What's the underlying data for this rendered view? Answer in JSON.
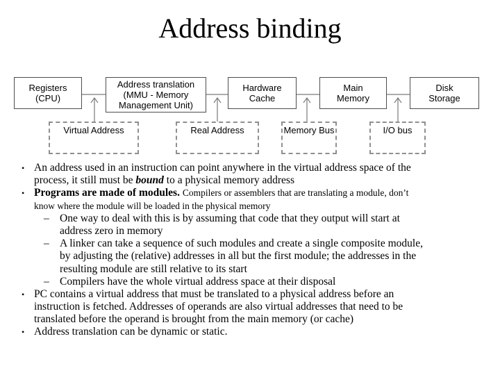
{
  "slide": {
    "title": "Address binding"
  },
  "diagram": {
    "boxes": [
      {
        "id": "registers-cpu",
        "lines": [
          "Registers",
          "(CPU)"
        ]
      },
      {
        "id": "address-translation",
        "lines": [
          "Address translation",
          "(MMU - Memory",
          "Management Unit)"
        ]
      },
      {
        "id": "hardware-cache",
        "lines": [
          "Hardware",
          "Cache"
        ]
      },
      {
        "id": "main-memory",
        "lines": [
          "Main",
          "Memory"
        ]
      },
      {
        "id": "disk-storage",
        "lines": [
          "Disk",
          "Storage"
        ]
      }
    ],
    "buses": [
      {
        "id": "virtual-address",
        "label": "Virtual Address"
      },
      {
        "id": "real-address",
        "label": "Real Address"
      },
      {
        "id": "memory-bus",
        "label": "Memory Bus"
      },
      {
        "id": "io-bus",
        "label": "I/O bus"
      }
    ],
    "line_color": "#7a7a7a"
  },
  "content": {
    "items": [
      {
        "level": 1,
        "marker": "•",
        "lines": [
          [
            {
              "t": "An address used in an instruction can point anywhere in the virtual address space of the",
              "s": "n"
            }
          ],
          [
            {
              "t": "process, it still must be ",
              "s": "n"
            },
            {
              "t": "bound",
              "s": "bi"
            },
            {
              "t": " to a physical memory address",
              "s": "n"
            }
          ]
        ]
      },
      {
        "level": 1,
        "marker": "•",
        "lines": [
          [
            {
              "t": "Programs are made of modules. ",
              "s": "b"
            },
            {
              "t": "Compilers or assemblers that are translating a module, don’t",
              "s": "sm"
            }
          ],
          [
            {
              "t": "know where the module will be loaded in the physical memory",
              "s": "sm"
            }
          ]
        ]
      },
      {
        "level": 2,
        "marker": "–",
        "lines": [
          [
            {
              "t": "One way to deal with this is by assuming that code that they output will start at",
              "s": "n"
            }
          ],
          [
            {
              "t": "address zero in memory",
              "s": "n"
            }
          ]
        ]
      },
      {
        "level": 2,
        "marker": "–",
        "lines": [
          [
            {
              "t": "A linker can take a sequence of such modules and create a single composite module,",
              "s": "n"
            }
          ],
          [
            {
              "t": "by adjusting the (relative) addresses in all but the first module; the addresses in the",
              "s": "n"
            }
          ],
          [
            {
              "t": "resulting module are still relative to its start",
              "s": "n"
            }
          ]
        ]
      },
      {
        "level": 2,
        "marker": "–",
        "lines": [
          [
            {
              "t": "Compilers have the whole virtual address space at their disposal",
              "s": "n"
            }
          ]
        ]
      },
      {
        "level": 1,
        "marker": "•",
        "lines": [
          [
            {
              "t": "PC contains a virtual address that must be translated to a physical address before an",
              "s": "n"
            }
          ],
          [
            {
              "t": "instruction is fetched. Addresses of operands are also virtual addresses that need to be",
              "s": "n"
            }
          ],
          [
            {
              "t": "translated before the operand is brought from the main memory (or cache)",
              "s": "n"
            }
          ]
        ]
      },
      {
        "level": 1,
        "marker": "•",
        "lines": [
          [
            {
              "t": "Address translation can be dynamic or static.",
              "s": "n"
            }
          ]
        ]
      }
    ]
  }
}
